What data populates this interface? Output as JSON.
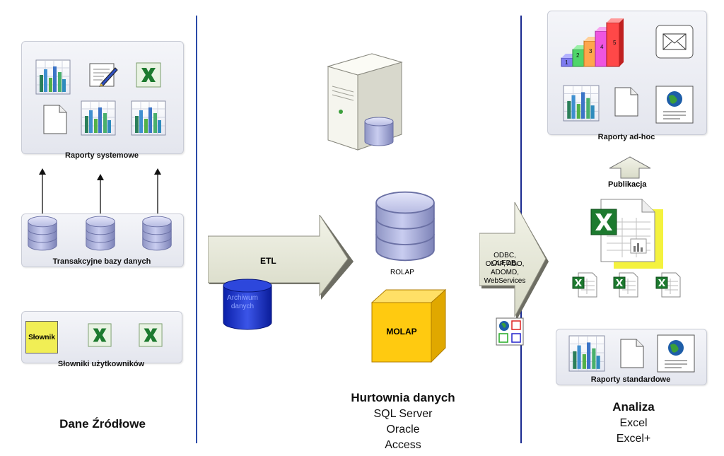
{
  "left": {
    "reports_label": "Raporty systemowe",
    "db_label": "Transakcyjne bazy danych",
    "dict_label": "Słowniki użytkowników",
    "dict_box": "Słownik",
    "title": "Dane Źródłowe"
  },
  "middle": {
    "etl": "ETL",
    "archive": "Archiwum danych",
    "rolap": "ROLAP",
    "molap": "MOLAP",
    "title": "Hurtownia danych",
    "lines": [
      "SQL Server",
      "Oracle",
      "Access"
    ]
  },
  "connector": {
    "lines": [
      "ODBC, OLEDB,",
      "OLAP, ADO,",
      "ADOMD,",
      "WebServices"
    ]
  },
  "right": {
    "adhoc_label": "Raporty ad-hoc",
    "publish_label": "Publikacja",
    "standard_label": "Raporty standardowe",
    "steps": [
      "1",
      "2",
      "3",
      "4",
      "5"
    ],
    "title": "Analiza",
    "lines": [
      "Excel",
      "Excel+"
    ]
  }
}
